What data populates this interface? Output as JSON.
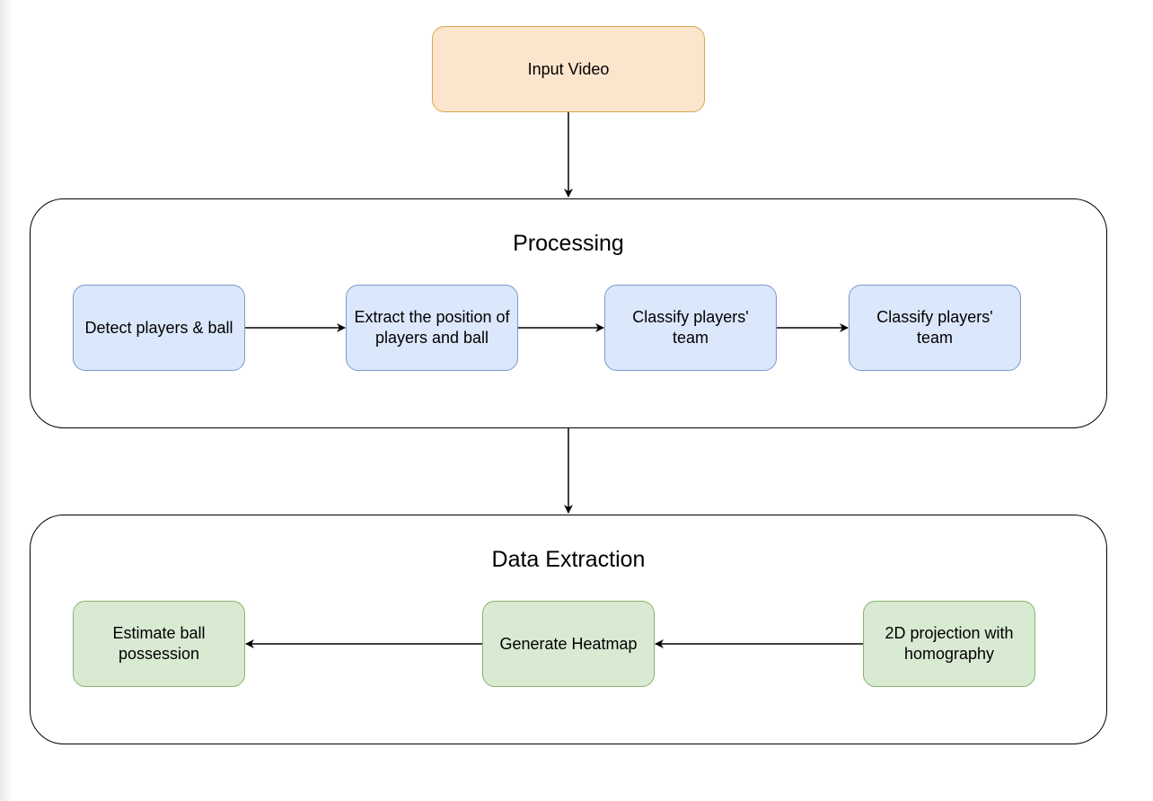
{
  "diagram": {
    "input_node": {
      "label": "Input Video"
    },
    "processing": {
      "title": "Processing",
      "steps": [
        {
          "label": "Detect players & ball"
        },
        {
          "label": "Extract the position of players and ball"
        },
        {
          "label": "Classify players' team"
        },
        {
          "label": "Classify players' team"
        }
      ]
    },
    "data_extraction": {
      "title": "Data Extraction",
      "steps": [
        {
          "label": "Estimate ball possession"
        },
        {
          "label": "Generate Heatmap"
        },
        {
          "label": "2D projection with homography"
        }
      ]
    }
  },
  "colors": {
    "input_fill": "#fce5cd",
    "input_stroke": "#d6a74a",
    "processing_fill": "#dbe7fb",
    "processing_stroke": "#7b98cc",
    "extraction_fill": "#d9ead3",
    "extraction_stroke": "#87b56a",
    "edge": "#000000"
  }
}
